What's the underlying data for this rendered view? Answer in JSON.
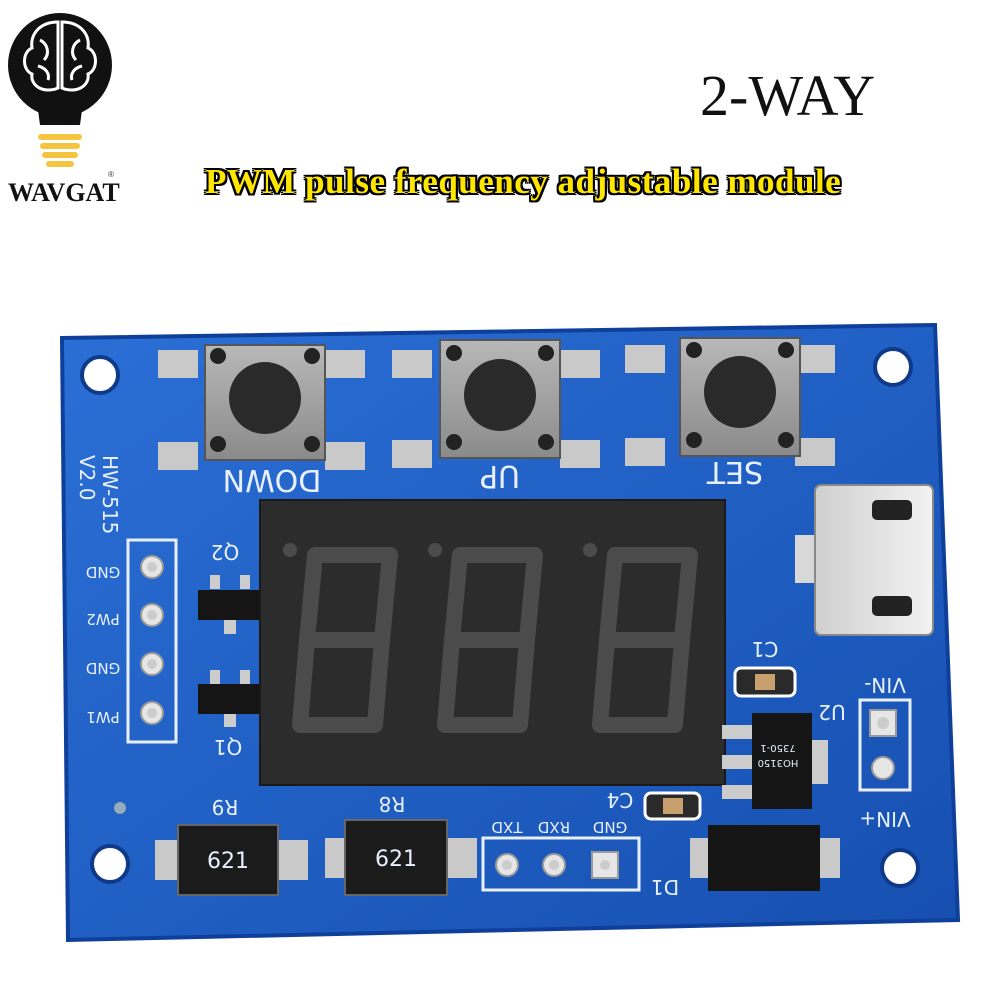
{
  "brand": {
    "name": "WAVGAT",
    "registered": "®"
  },
  "title": "2-WAY",
  "subtitle": "PWM pulse frequency adjustable module",
  "board": {
    "model_label": "HW-515",
    "version_label": "V2.0",
    "buttons": [
      "DOWN",
      "UP",
      "SET"
    ],
    "pin_labels": [
      "GND",
      "PW2",
      "GND",
      "PW1"
    ],
    "transistor_labels": [
      "Q2",
      "Q1"
    ],
    "resistor_labels": [
      "R9",
      "R8"
    ],
    "resistor_codes": [
      "621",
      "621"
    ],
    "serial_labels": [
      "TXD",
      "RXD",
      "GND"
    ],
    "cap_labels": [
      "C1",
      "C4"
    ],
    "regulator_label": "U2",
    "power_labels": [
      "VIN-",
      "VIN+"
    ],
    "diode_label": "D1",
    "display_digits": "888",
    "regulator_marking": [
      "7350-1",
      "HO3150"
    ]
  },
  "colors": {
    "pcb": "#1b5cc4",
    "pcb_edge": "#0e3f9a",
    "subtitle": "#ffe600"
  }
}
